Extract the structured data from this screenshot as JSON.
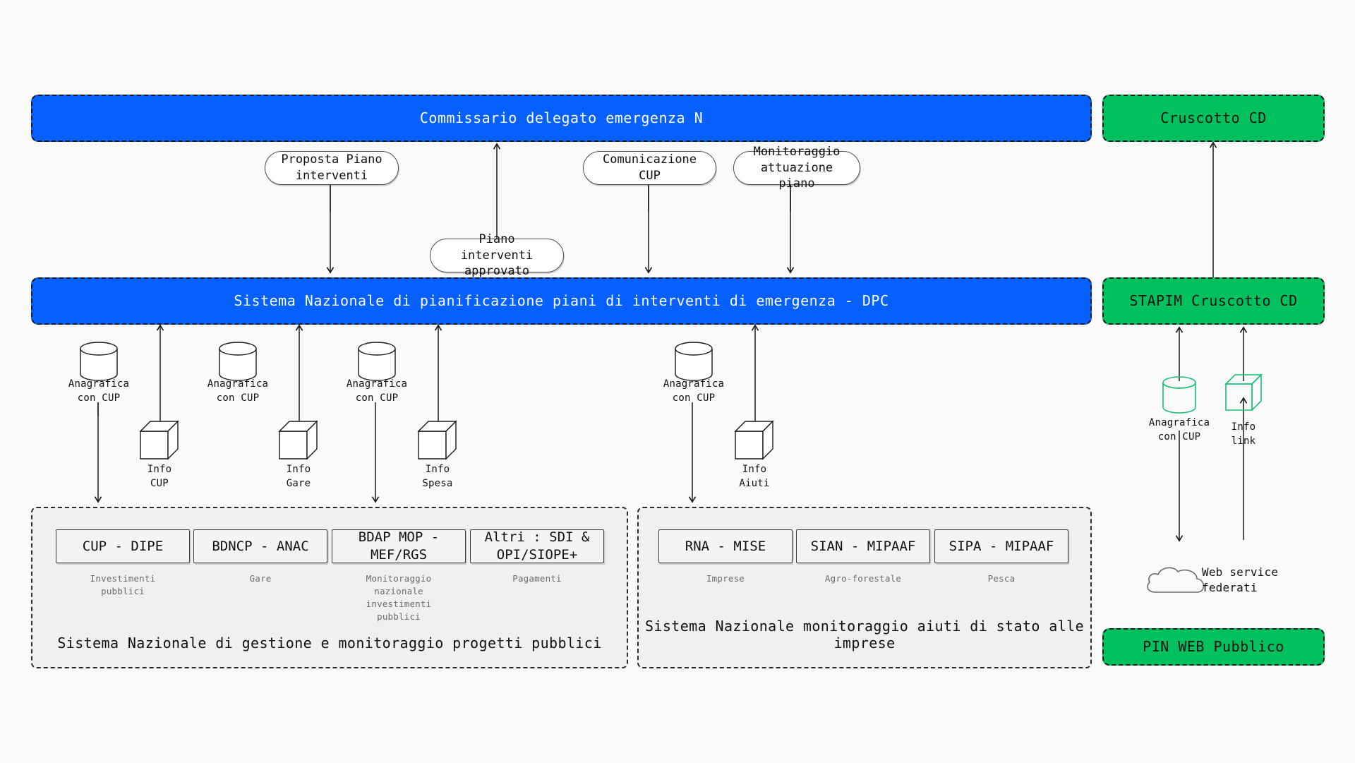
{
  "colors": {
    "background": "#fafafa",
    "blue": "#0560fd",
    "green": "#01c05e",
    "stroke_dark": "#1a1a1a",
    "subgraph_fill": "#f0f0f0",
    "caption_grey": "#6b6b6b",
    "green_icon_stroke": "#18c176"
  },
  "bars": {
    "commissario": "Commissario delegato emergenza N",
    "sistema_dpc": "Sistema Nazionale di pianificazione piani di interventi di emergenza - DPC",
    "cruscotto_cd": "Cruscotto CD",
    "stapim_cruscotto_cd": "STAPIM Cruscotto CD",
    "pin_web_pubblico": "PIN WEB Pubblico"
  },
  "pills": [
    {
      "id": "proposta-piano-interventi",
      "label": "Proposta Piano\ninterventi"
    },
    {
      "id": "piano-interventi-approvato",
      "label": "Piano interventi\napprovato"
    },
    {
      "id": "comunicazione-cup",
      "label": "Comunicazione\nCUP"
    },
    {
      "id": "monitoraggio-attuazione-piano",
      "label": "Monitoraggio\nattuazione piano"
    }
  ],
  "icons": [
    {
      "id": "anagrafica-con-cup-1",
      "type": "cylinder",
      "label": "Anagrafica\ncon CUP",
      "color": "dark"
    },
    {
      "id": "anagrafica-con-cup-2",
      "type": "cylinder",
      "label": "Anagrafica\ncon CUP",
      "color": "dark"
    },
    {
      "id": "anagrafica-con-cup-3",
      "type": "cylinder",
      "label": "Anagrafica\ncon CUP",
      "color": "dark"
    },
    {
      "id": "anagrafica-con-cup-4",
      "type": "cylinder",
      "label": "Anagrafica\ncon CUP",
      "color": "dark"
    },
    {
      "id": "info-cup",
      "type": "cube",
      "label": "Info\nCUP",
      "color": "dark"
    },
    {
      "id": "info-gare",
      "type": "cube",
      "label": "Info\nGare",
      "color": "dark"
    },
    {
      "id": "info-spesa",
      "type": "cube",
      "label": "Info\nSpesa",
      "color": "dark"
    },
    {
      "id": "info-aiuti",
      "type": "cube",
      "label": "Info\nAiuti",
      "color": "dark"
    },
    {
      "id": "anagrafica-con-cup-green",
      "type": "cylinder",
      "label": "Anagrafica\ncon CUP",
      "color": "green"
    },
    {
      "id": "info-link",
      "type": "cube",
      "label": "Info\nlink",
      "color": "green"
    },
    {
      "id": "web-service-federati",
      "type": "cloud",
      "label": "Web service\nfederati",
      "color": "dark"
    }
  ],
  "subgraphs": [
    {
      "id": "sistema-progetti-pubblici",
      "title": "Sistema Nazionale di gestione e monitoraggio progetti pubblici",
      "boxes": [
        {
          "id": "cup-dipe",
          "label": "CUP - DIPE",
          "caption": "Investimenti\npubblici"
        },
        {
          "id": "bdncp-anac",
          "label": "BDNCP - ANAC",
          "caption": "Gare"
        },
        {
          "id": "bdap-mop",
          "label": "BDAP MOP -\nMEF/RGS",
          "caption": "Monitoraggio\nnazionale\ninvestimenti\npubblici"
        },
        {
          "id": "altri-sdi",
          "label": "Altri : SDI &\nOPI/SIOPE+",
          "caption": "Pagamenti"
        }
      ]
    },
    {
      "id": "sistema-aiuti-stato",
      "title": "Sistema Nazionale monitoraggio aiuti di stato alle imprese",
      "boxes": [
        {
          "id": "rna-mise",
          "label": "RNA - MISE",
          "caption": "Imprese"
        },
        {
          "id": "sian-mipaaf",
          "label": "SIAN - MIPAAF",
          "caption": "Agro-forestale"
        },
        {
          "id": "sipa-mipaaf",
          "label": "SIPA - MIPAAF",
          "caption": "Pesca"
        }
      ]
    }
  ]
}
